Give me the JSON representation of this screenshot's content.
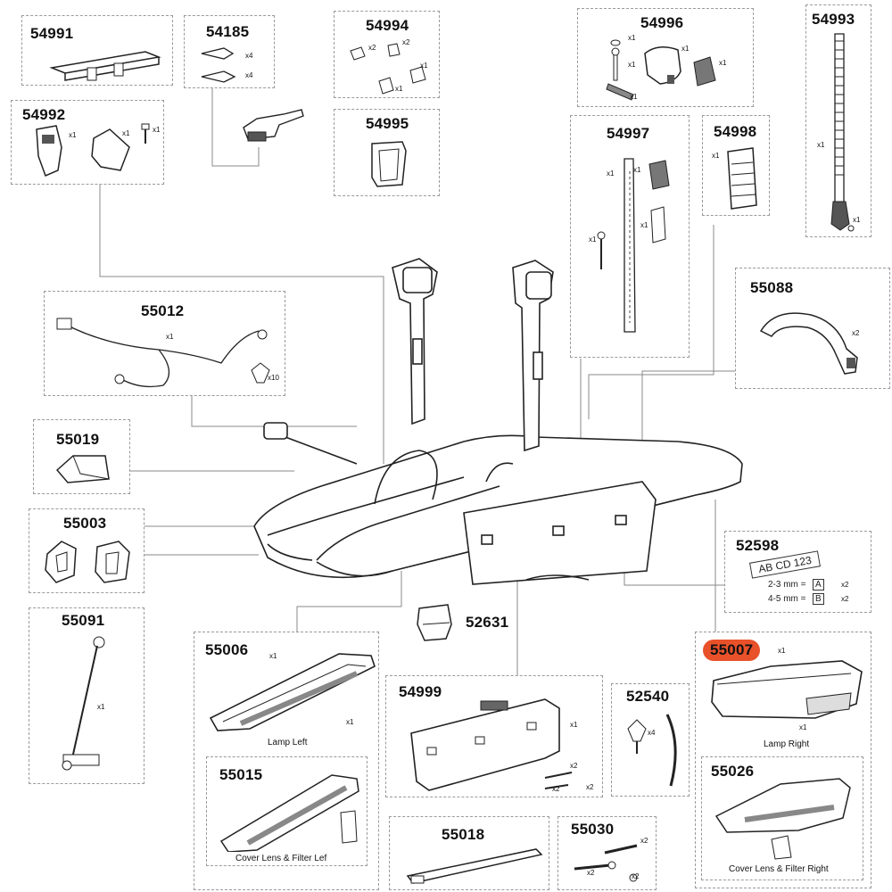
{
  "parts": [
    {
      "id": "p54991",
      "number": "54991"
    },
    {
      "id": "p54185",
      "number": "54185",
      "qty": [
        "x4",
        "x4"
      ]
    },
    {
      "id": "p54994",
      "number": "54994",
      "qty": [
        "x2",
        "x2",
        "x1",
        "x1"
      ]
    },
    {
      "id": "p54996",
      "number": "54996",
      "qty": [
        "x1",
        "x1",
        "x1",
        "x1",
        "x1"
      ]
    },
    {
      "id": "p54993",
      "number": "54993",
      "qty": [
        "x1",
        "x1"
      ]
    },
    {
      "id": "p54992",
      "number": "54992",
      "qty": [
        "x1",
        "x1",
        "x1"
      ]
    },
    {
      "id": "p54995",
      "number": "54995"
    },
    {
      "id": "p54997",
      "number": "54997",
      "qty": [
        "x1",
        "x1",
        "x1",
        "x1"
      ]
    },
    {
      "id": "p54998",
      "number": "54998",
      "qty": [
        "x1"
      ]
    },
    {
      "id": "p55012",
      "number": "55012",
      "qty": [
        "x1",
        "x10"
      ]
    },
    {
      "id": "p55088",
      "number": "55088",
      "qty": [
        "x2"
      ]
    },
    {
      "id": "p55019",
      "number": "55019"
    },
    {
      "id": "p55003",
      "number": "55003"
    },
    {
      "id": "p52598",
      "number": "52598",
      "plate_text": "AB CD 123",
      "lines": [
        "2-3 mm =",
        "4-5 mm ="
      ],
      "letters": [
        "A",
        "B"
      ],
      "qty": [
        "x2",
        "x2"
      ]
    },
    {
      "id": "p55091",
      "number": "55091",
      "qty": [
        "x1"
      ]
    },
    {
      "id": "p52631",
      "number": "52631"
    },
    {
      "id": "p55006",
      "number": "55006",
      "caption": "Lamp Left",
      "qty": [
        "x1",
        "x1"
      ]
    },
    {
      "id": "p55007",
      "number": "55007",
      "caption": "Lamp Right",
      "qty": [
        "x1",
        "x1"
      ],
      "highlight": "#e8512a"
    },
    {
      "id": "p54999",
      "number": "54999",
      "qty": [
        "x1",
        "x2",
        "x2",
        "x2"
      ]
    },
    {
      "id": "p52540",
      "number": "52540",
      "qty": [
        "x4"
      ]
    },
    {
      "id": "p55015",
      "number": "55015",
      "caption": "Cover Lens & Filter Lef"
    },
    {
      "id": "p55026",
      "number": "55026",
      "caption": "Cover Lens & Filter Right"
    },
    {
      "id": "p55018",
      "number": "55018"
    },
    {
      "id": "p55030",
      "number": "55030",
      "qty": [
        "x2",
        "x2",
        "x2"
      ]
    }
  ]
}
